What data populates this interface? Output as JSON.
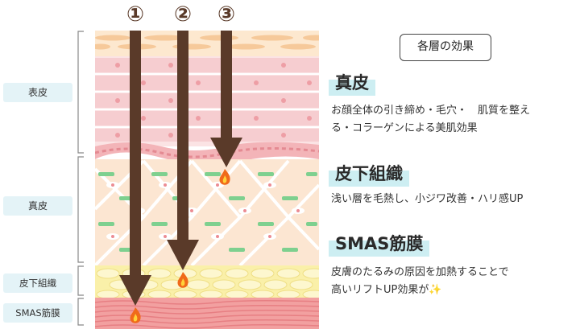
{
  "labels": {
    "epidermis": "表皮",
    "dermis": "真皮",
    "subcutaneous": "皮下組織",
    "smas": "SMAS筋膜"
  },
  "legend": {
    "title": "各層の効果"
  },
  "arrows": [
    "①",
    "②",
    "③"
  ],
  "layers": {
    "epidermis": {
      "heading": "真皮",
      "description": "お顔全体の引き締め・毛穴・　肌質を整え\nる・コラーゲンによる美肌効果"
    },
    "dermis": {
      "heading": "皮下組織",
      "description": "浅い層を毛熱し、小ジワ改善・ハリ感UP"
    },
    "smas": {
      "heading": "SMAS筋膜",
      "description": "皮膚のたるみの原因を加熱することで\n高いリフトUP効果が✨"
    }
  },
  "colors": {
    "arrow": "#5a3a29",
    "label_bg": "#e4f3f7",
    "heading_highlight": "#cdeef2",
    "flame": "#f06a1a"
  }
}
